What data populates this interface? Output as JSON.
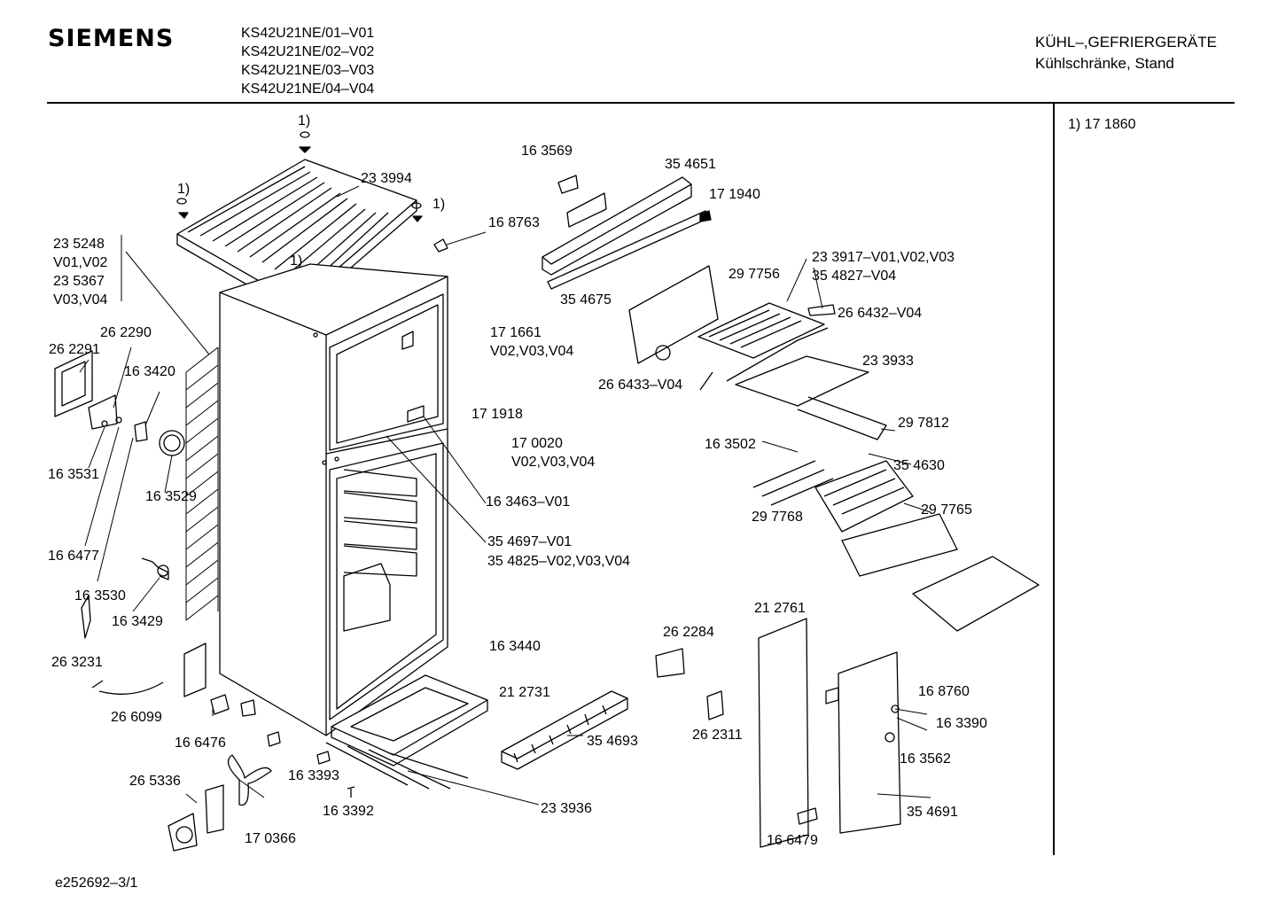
{
  "header": {
    "brand": "SIEMENS",
    "models": [
      "KS42U21NE/01–V01",
      "KS42U21NE/02–V02",
      "KS42U21NE/03–V03",
      "KS42U21NE/04–V04"
    ],
    "category_line1": "KÜHL–,GEFRIERGERÄTE",
    "category_line2": "Kühlschränke, Stand"
  },
  "footnote": "1)  17 1860",
  "footer": {
    "doc_id": "e252692–3/1"
  },
  "parts": [
    "1)",
    "1)",
    "1)",
    "1)",
    "23 3994",
    "16 8763",
    "23 5248",
    "V01,V02",
    "23 5367",
    "V03,V04",
    "26 2290",
    "26 2291",
    "16 3420",
    "16 3531",
    "16 3529",
    "16 6477",
    "16 3530",
    "16 3429",
    "26 3231",
    "26 6099",
    "16 6476",
    "26 5336",
    "17 0366",
    "16 3393",
    "16 3392",
    "23 3936",
    "16 3569",
    "35 4651",
    "17 1940",
    "35 4675",
    "29 7756",
    "23 3917–V01,V02,V03",
    "35 4827–V04",
    "26 6432–V04",
    "17 1661",
    "V02,V03,V04",
    "17 1918",
    "26 6433–V04",
    "23 3933",
    "17 0020",
    "V02,V03,V04",
    "16 3502",
    "29 7812",
    "35 4630",
    "29 7768",
    "29 7765",
    "16 3463–V01",
    "35 4697–V01",
    "35 4825–V02,V03,V04",
    "21 2761",
    "26 2284",
    "16 3440",
    "21 2731",
    "35 4693",
    "26 2311",
    "16 8760",
    "16 3390",
    "16 3562",
    "35 4691",
    "16 6479"
  ]
}
